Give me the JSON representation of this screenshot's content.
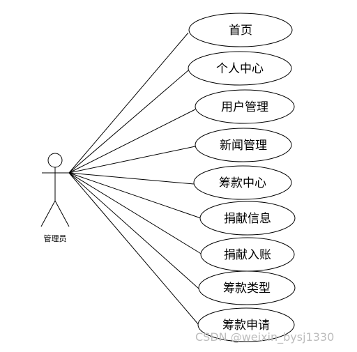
{
  "actor": {
    "label": "管理员"
  },
  "use_cases": [
    {
      "label": "首页"
    },
    {
      "label": "个人中心"
    },
    {
      "label": "用户管理"
    },
    {
      "label": "新闻管理"
    },
    {
      "label": "筹款中心"
    },
    {
      "label": "捐献信息"
    },
    {
      "label": "捐献入账"
    },
    {
      "label": "筹款类型"
    },
    {
      "label": "筹款申请"
    }
  ],
  "watermark": "CSDN @weixin_bysj1330"
}
